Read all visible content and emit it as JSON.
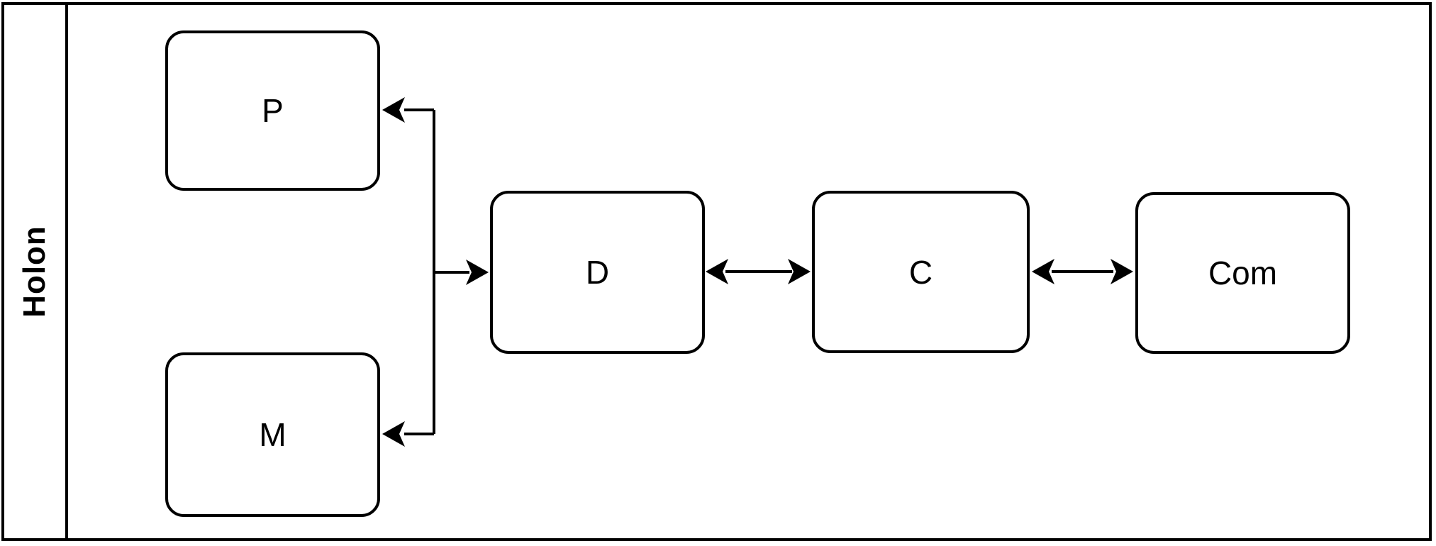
{
  "figure": {
    "frame_label": "Holon",
    "nodes": [
      {
        "id": "P",
        "label": "P"
      },
      {
        "id": "M",
        "label": "M"
      },
      {
        "id": "D",
        "label": "D"
      },
      {
        "id": "C",
        "label": "C"
      },
      {
        "id": "Com",
        "label": "Com"
      }
    ],
    "edges": [
      {
        "id": "junction-to-P",
        "from": "D-branch-junction",
        "to": "P",
        "type": "single-arrow"
      },
      {
        "id": "junction-to-M",
        "from": "D-branch-junction",
        "to": "M",
        "type": "single-arrow"
      },
      {
        "id": "junction-to-D",
        "from": "D-branch-junction",
        "to": "D",
        "type": "single-arrow"
      },
      {
        "id": "D-C",
        "between": [
          "D",
          "C"
        ],
        "type": "double-arrow"
      },
      {
        "id": "C-Com",
        "between": [
          "C",
          "Com"
        ],
        "type": "double-arrow"
      }
    ],
    "colors": {
      "line": "#000000",
      "text": "#000000",
      "background": "#ffffff"
    }
  }
}
